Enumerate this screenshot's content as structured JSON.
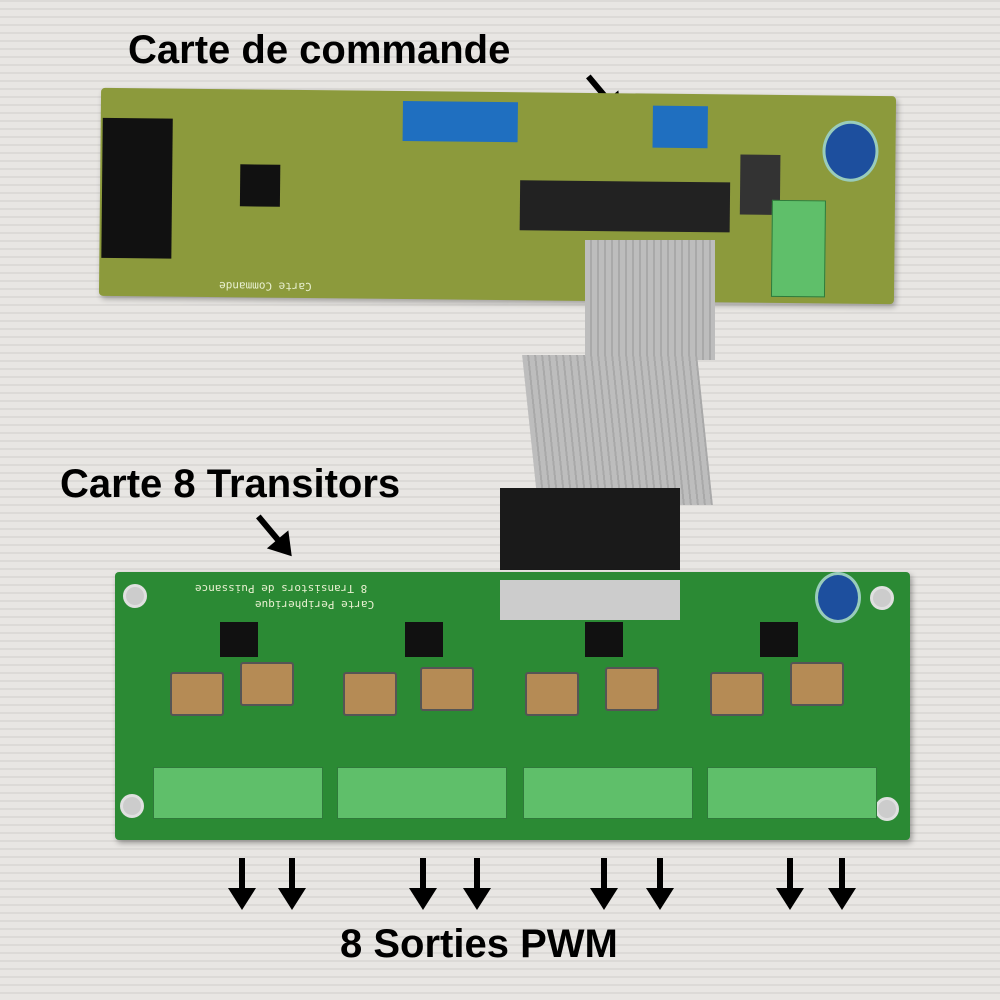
{
  "labels": {
    "control_board": "Carte de commande",
    "transistor_board": "Carte 8 Transitors",
    "outputs": "8 Sorties PWM"
  },
  "pcb_text": {
    "top_board": "Carte Commande",
    "bottom_board_line1": "8 Transistors de Puissance",
    "bottom_board_line2": "Carte Peripherique"
  },
  "colors": {
    "top_pcb": "#8c9a3c",
    "bottom_pcb": "#2b8a34",
    "terminal": "#5fbf6a",
    "ribbon": "#b5b5b5"
  }
}
